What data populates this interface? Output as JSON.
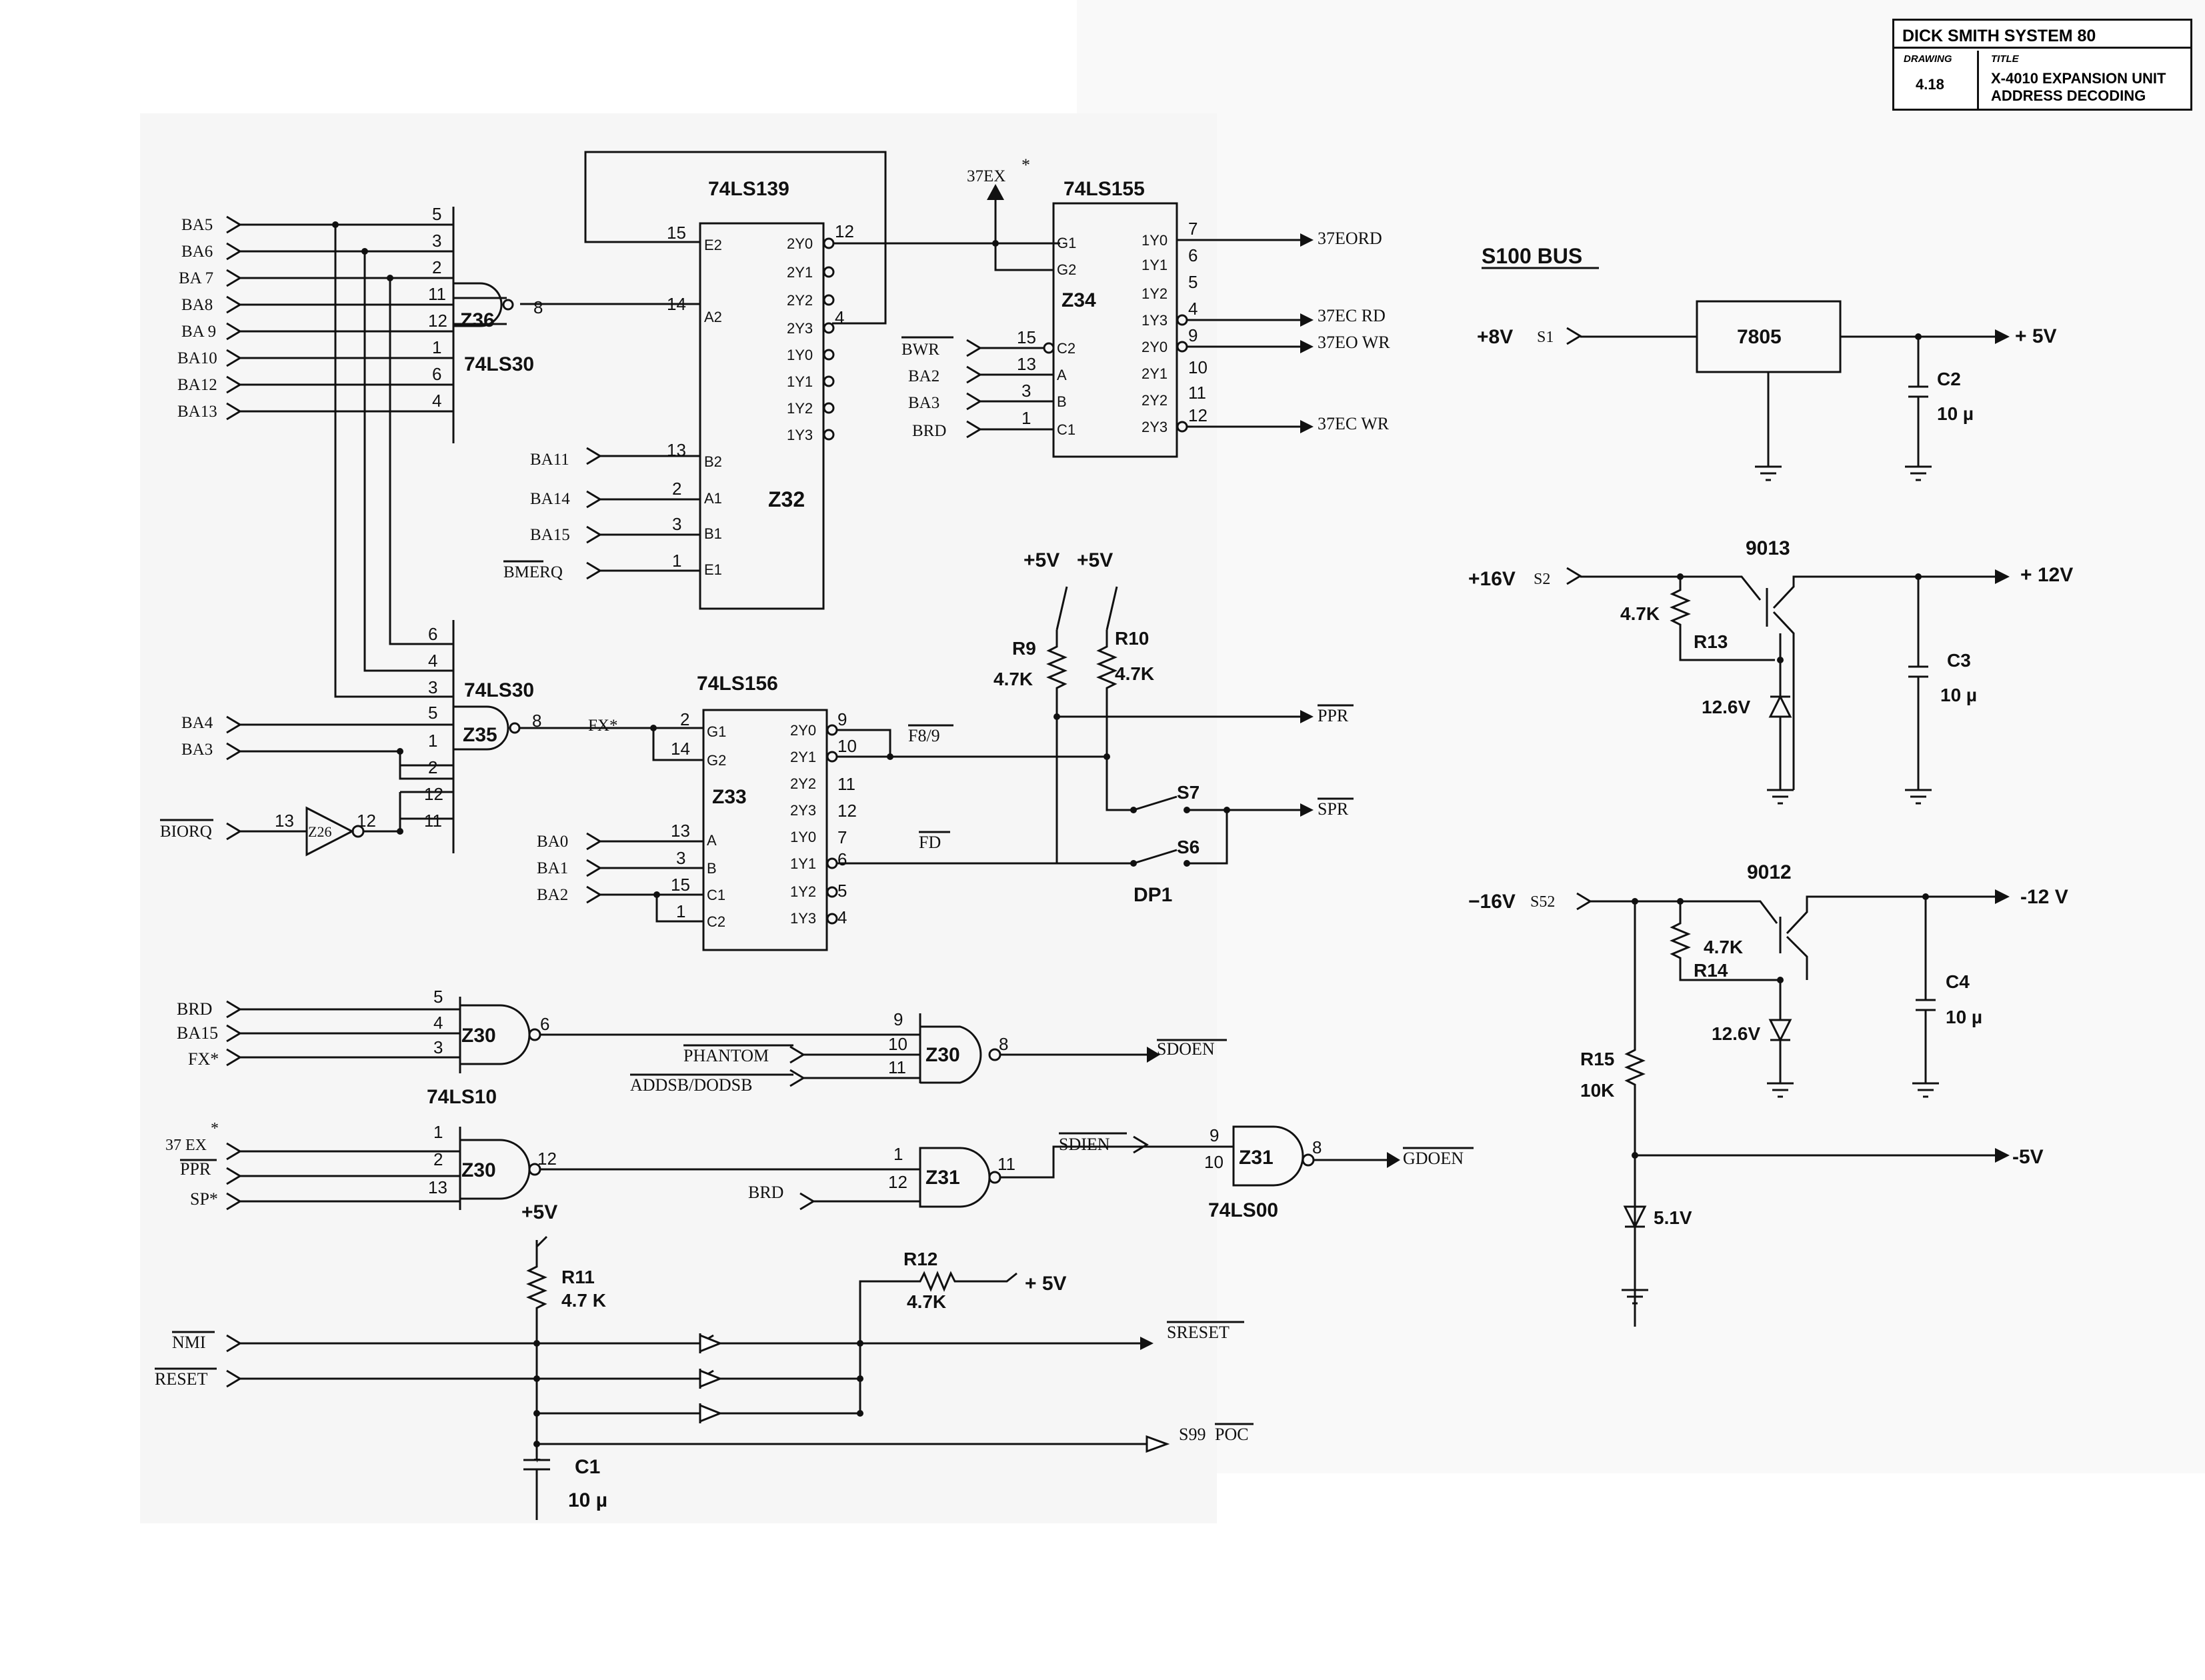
{
  "title_block": {
    "header": "DICK SMITH SYSTEM 80",
    "drawing_label": "DRAWING",
    "drawing_number": "4.18",
    "title_label": "TITLE",
    "title_line1": "X-4010 EXPANSION UNIT",
    "title_line2": "ADDRESS DECODING"
  },
  "signals": {
    "ba5": "BA5",
    "ba6": "BA6",
    "ba7": "BA 7",
    "ba8": "BA8",
    "ba9": "BA 9",
    "ba10": "BA10",
    "ba12": "BA12",
    "ba13": "BA13",
    "ba11": "BA11",
    "ba14": "BA14",
    "ba15": "BA15",
    "bmerq": "BMERQ",
    "bwr": "BWR",
    "ba2": "BA2",
    "ba3": "BA3",
    "brd": "BRD",
    "ex37": "37EX",
    "star": "*",
    "ba4": "BA4",
    "ba3b": "BA3",
    "biorq": "BIORQ",
    "fx": "FX*",
    "ba0": "BA0",
    "ba1": "BA1",
    "ba2b": "BA2",
    "brd2": "BRD",
    "ba15b": "BA15",
    "fxstar": "FX*",
    "phantom": "PHANTOM",
    "addsb": "ADDSB/DODSB",
    "ex37b": "37 EX",
    "ppr_in": "PPR",
    "sp": "SP*",
    "brd3": "BRD",
    "sdien": "SDIEN",
    "nmi": "NMI",
    "reset": "RESET",
    "out_37eord": "37EORD",
    "out_37ecrd": "37EC RD",
    "out_37eowr": "37EO WR",
    "out_37ecwr": "37EC WR",
    "out_ppr": "PPR",
    "out_spr": "SPR",
    "f89": "F8/9",
    "fd": "FD",
    "out_sdoen": "SDOEN",
    "out_gdoen": "GDOEN",
    "out_sreset": "SRESET",
    "out_s99": "S99",
    "out_poc": "POC"
  },
  "chips": {
    "ls139": "74LS139",
    "z32": "Z32",
    "ls155": "74LS155",
    "z34": "Z34",
    "z36": "Z36",
    "ls30a": "74LS30",
    "z35": "Z35",
    "ls30b": "74LS30",
    "ls156": "74LS156",
    "z33": "Z33",
    "z26": "Z26",
    "z30a": "Z30",
    "ls10": "74LS10",
    "z30b": "Z30",
    "z30c": "Z30",
    "z31a": "Z31",
    "z31b": "Z31",
    "ls00": "74LS00"
  },
  "passives": {
    "v5a": "+5V",
    "v5b": "+5V",
    "r9": "R9",
    "r9v": "4.7K",
    "r10": "R10",
    "r10v": "4.7K",
    "s7": "S7",
    "s6": "S6",
    "dp1": "DP1",
    "v5c": "+5V",
    "r11": "R11",
    "r11v": "4.7 K",
    "r12": "R12",
    "r12v": "4.7K",
    "v5d": "+ 5V",
    "c1": "C1",
    "c1v": "10 µ"
  },
  "s100": {
    "heading": "S100 BUS",
    "in8": "+8V",
    "s1": "S1",
    "reg": "7805",
    "out5": "+ 5V",
    "c2": "C2",
    "c2v": "10 µ",
    "q9013": "9013",
    "in16": "+16V",
    "s2": "S2",
    "r13v": "4.7K",
    "r13": "R13",
    "z126a": "12.6V",
    "out12": "+ 12V",
    "c3": "C3",
    "c3v": "10 µ",
    "q9012": "9012",
    "inm16": "−16V",
    "s52": "S52",
    "r14v": "4.7K",
    "r14": "R14",
    "z126b": "12.6V",
    "outm12": "-12 V",
    "c4": "C4",
    "c4v": "10 µ",
    "r15": "R15",
    "r15v": "10K",
    "outm5": "-5V",
    "z51": "5.1V"
  },
  "pins": {
    "p1": "1",
    "p2": "2",
    "p3": "3",
    "p4": "4",
    "p5": "5",
    "p6": "6",
    "p7": "7",
    "p8": "8",
    "p9": "9",
    "p10": "10",
    "p11": "11",
    "p12": "12",
    "p13": "13",
    "p14": "14",
    "p15": "15"
  },
  "pinnames": {
    "e2": "E2",
    "a2": "A2",
    "b2": "B2",
    "a1": "A1",
    "b1": "B1",
    "e1": "E1",
    "y2_0": "2Y0",
    "y2_1": "2Y1",
    "y2_2": "2Y2",
    "y2_3": "2Y3",
    "y1_0": "1Y0",
    "y1_1": "1Y1",
    "y1_2": "1Y2",
    "y1_3": "1Y3",
    "g1": "G1",
    "g2": "G2",
    "c2": "C2",
    "a": "A",
    "b": "B",
    "c1": "C1"
  }
}
